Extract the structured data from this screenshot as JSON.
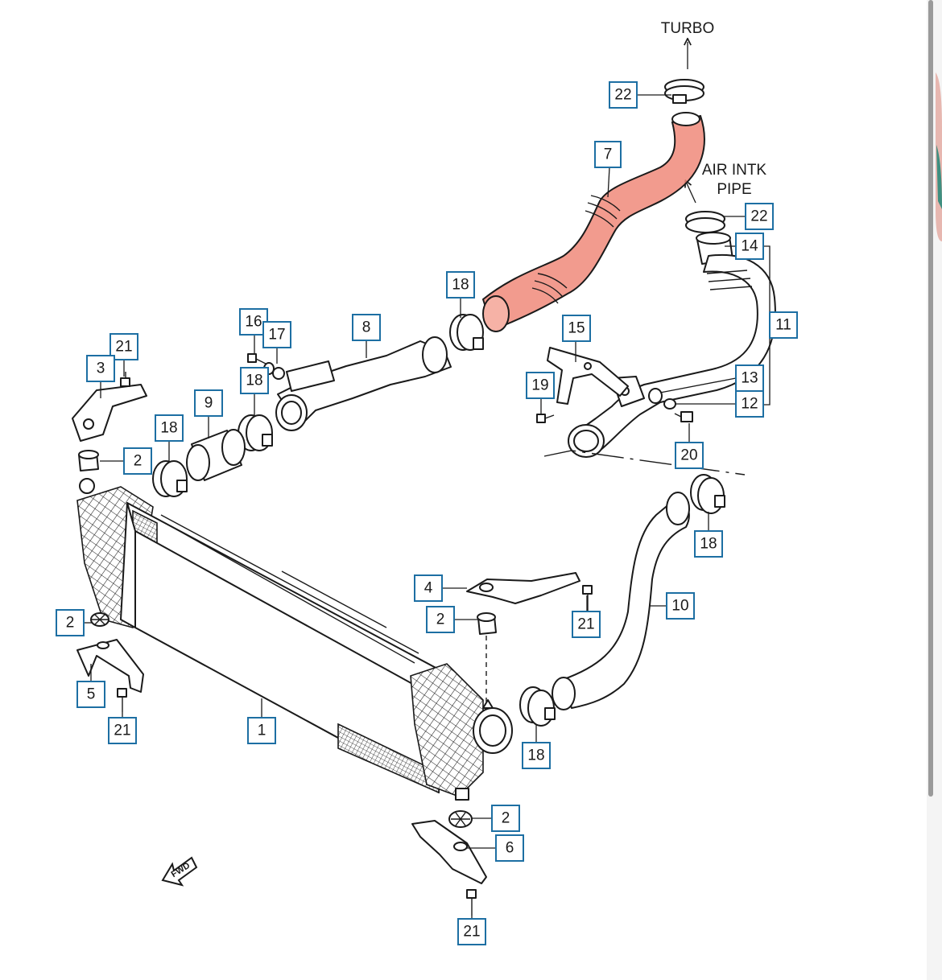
{
  "labels": {
    "turbo": "TURBO",
    "air_intake_line1": "AIR INTK",
    "air_intake_line2": "PIPE",
    "fwd": "FWD"
  },
  "colors": {
    "highlight": "#f08a7a",
    "callout_border": "#1d6fa3",
    "line": "#1a1a1a",
    "right_edge_bar": "#9a9a9a",
    "side_thumb": "#3e8f80"
  },
  "callouts": {
    "c7": "7",
    "c22a": "22",
    "c22b": "22",
    "c14": "14",
    "c11": "11",
    "c13": "13",
    "c12": "12",
    "c15": "15",
    "c19": "19",
    "c20": "20",
    "c18a": "18",
    "c8": "8",
    "c16": "16",
    "c17": "17",
    "c18b": "18",
    "c21a": "21",
    "c3": "3",
    "c9": "9",
    "c18c": "18",
    "c2a": "2",
    "c18d": "18",
    "c4": "4",
    "c21b": "21",
    "c2b": "2",
    "c10": "10",
    "c2c": "2",
    "c5": "5",
    "c21c": "21",
    "c1": "1",
    "c18e": "18",
    "c2d": "2",
    "c6": "6",
    "c21d": "21"
  }
}
